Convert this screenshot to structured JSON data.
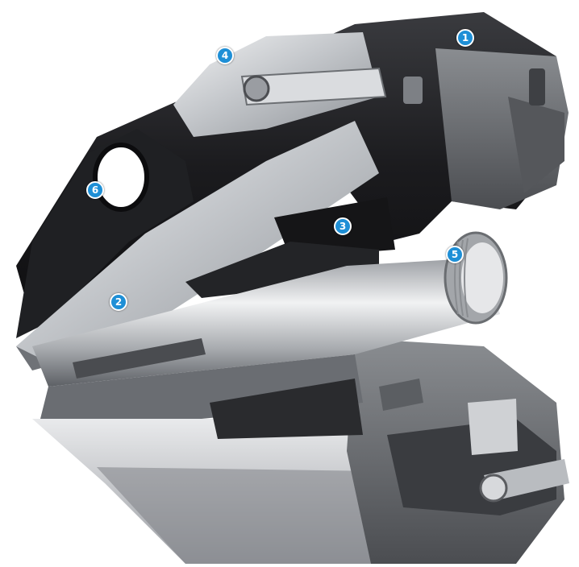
{
  "colors": {
    "callout_fill": "#1e8fd6",
    "background": "#ffffff",
    "dark_metal": "#1c1c1f",
    "light_metal": "#c9ccd0"
  },
  "callouts": [
    {
      "label": "1"
    },
    {
      "label": "2"
    },
    {
      "label": "3"
    },
    {
      "label": "4"
    },
    {
      "label": "5"
    },
    {
      "label": "6"
    }
  ]
}
